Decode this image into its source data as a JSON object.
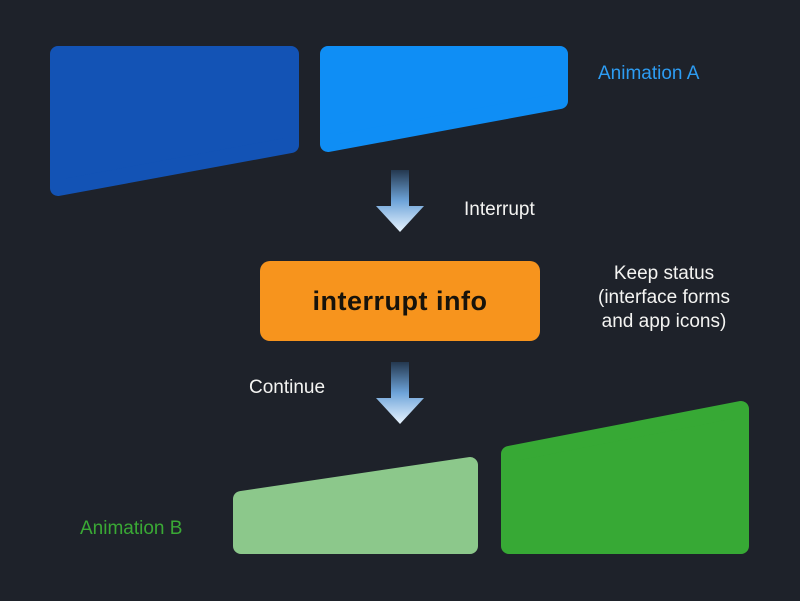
{
  "diagram": {
    "animation_a_label": "Animation A",
    "animation_b_label": "Animation B",
    "interrupt_label": "Interrupt",
    "continue_label": "Continue",
    "interrupt_box_label": "interrupt info",
    "note_line1": "Keep status",
    "note_line2": "(interface forms",
    "note_line3": "and app icons)"
  },
  "colors": {
    "background": "#1e222a",
    "animation_a_dark": "#1353b5",
    "animation_a_bright": "#0f8ef5",
    "animation_b_light": "#8cc88b",
    "animation_b_dark": "#37a935",
    "interrupt_box_bg": "#f7941d",
    "interrupt_box_text": "#17130b",
    "animation_a_label_color": "#2d9cf2",
    "animation_b_label_color": "#3aa935",
    "text_color": "#f4f4f2",
    "arrow_gradient_top": "#24384f",
    "arrow_gradient_mid": "#6ea4d9",
    "arrow_gradient_bottom": "#e9f5ff"
  }
}
